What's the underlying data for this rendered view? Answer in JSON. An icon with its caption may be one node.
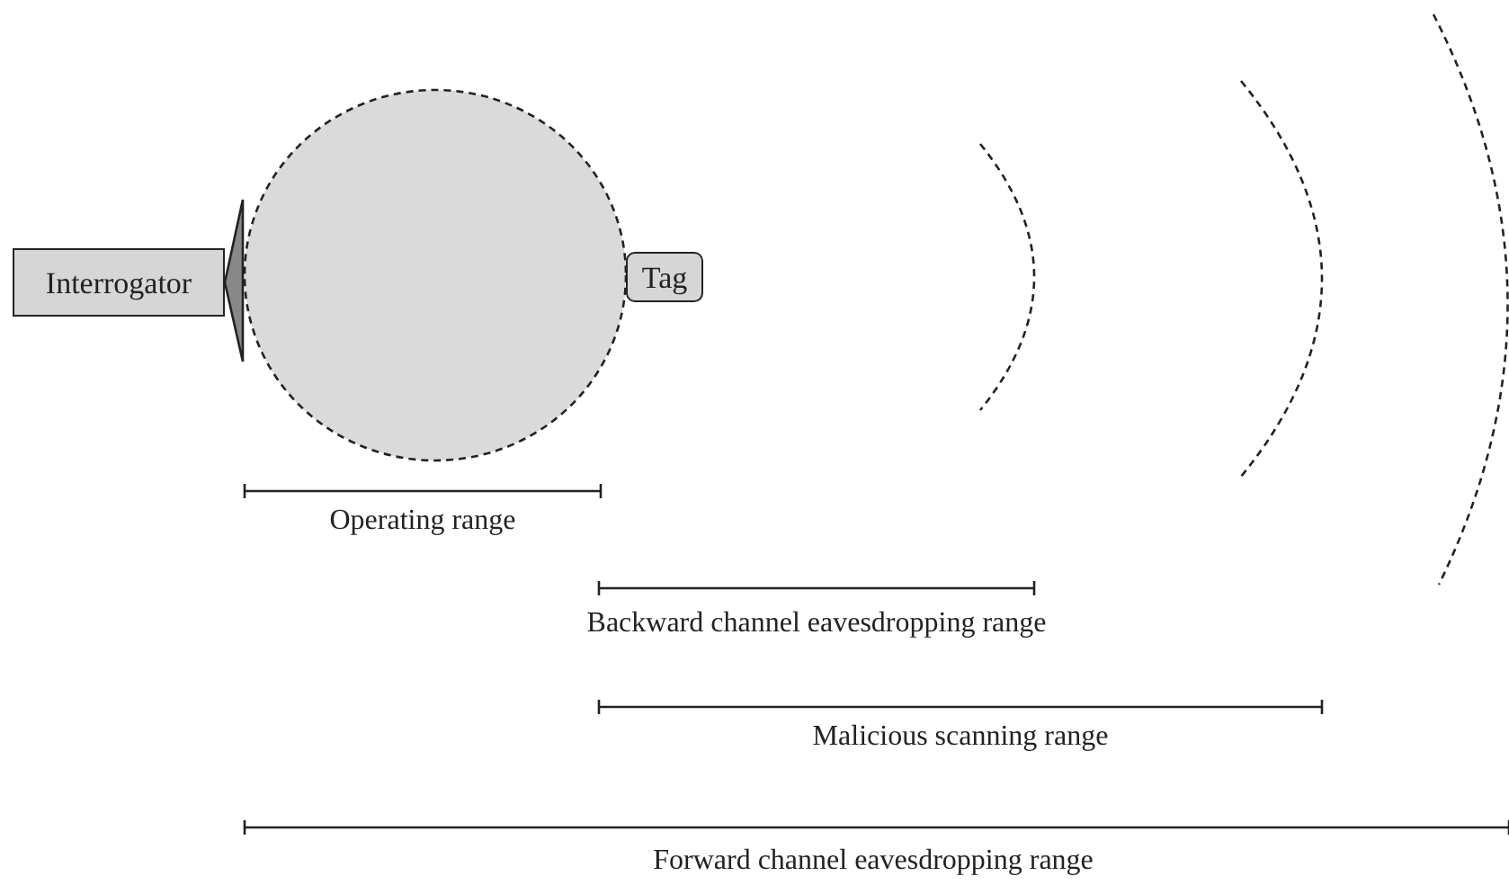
{
  "diagram": {
    "nodes": [
      {
        "text": [
          "Interrogator"
        ]
      },
      {
        "text": [
          "Tag"
        ]
      }
    ],
    "labels": [
      "Operating range",
      "Backward channel eavesdropping range",
      "Malicious scanning range",
      "Forward channel eavesdropping range"
    ]
  }
}
